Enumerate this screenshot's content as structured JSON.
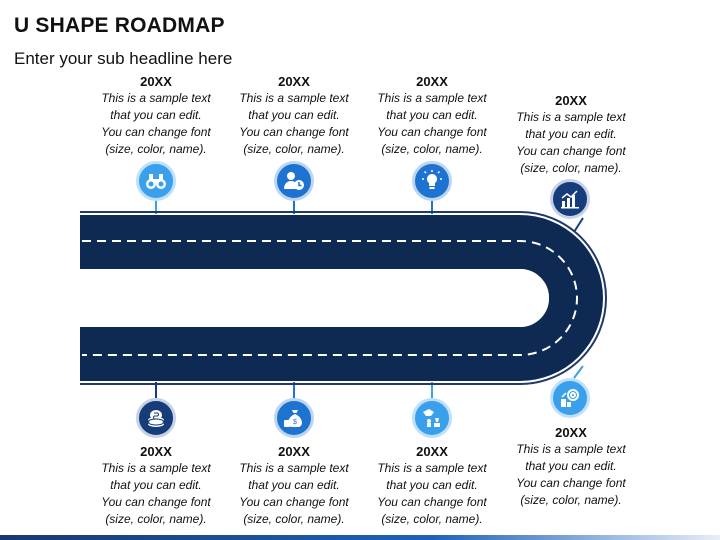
{
  "header": {
    "title": "U SHAPE ROADMAP",
    "subtitle": "Enter your sub headline here"
  },
  "colors": {
    "road": "#0f2a52",
    "road_border": "#1e3a6e",
    "light_blue": "#3aa0ec",
    "mid_blue": "#1f73d0",
    "dark_blue": "#163d7a"
  },
  "milestones": [
    {
      "year": "20XX",
      "line1": "This is a sample text",
      "line2": "that you can edit.",
      "line3": "You can change font",
      "line4": "(size, color, name).",
      "icon": "binoculars-icon"
    },
    {
      "year": "20XX",
      "line1": "This is a sample text",
      "line2": "that you can edit.",
      "line3": "You can change font",
      "line4": "(size, color, name).",
      "icon": "user-clock-icon"
    },
    {
      "year": "20XX",
      "line1": "This is a sample text",
      "line2": "that you can edit.",
      "line3": "You can change font",
      "line4": "(size, color, name).",
      "icon": "lightbulb-icon"
    },
    {
      "year": "20XX",
      "line1": "This is a sample text",
      "line2": "that you can edit.",
      "line3": "You can change font",
      "line4": "(size, color, name).",
      "icon": "growth-chart-icon"
    },
    {
      "year": "20XX",
      "line1": "This is a sample text",
      "line2": "that you can edit.",
      "line3": "You can change font",
      "line4": "(size, color, name).",
      "icon": "coins-icon"
    },
    {
      "year": "20XX",
      "line1": "This is a sample text",
      "line2": "that you can edit.",
      "line3": "You can change font",
      "line4": "(size, color, name).",
      "icon": "money-bag-icon"
    },
    {
      "year": "20XX",
      "line1": "This is a sample text",
      "line2": "that you can edit.",
      "line3": "You can change font",
      "line4": "(size, color, name).",
      "icon": "chess-strategy-icon"
    },
    {
      "year": "20XX",
      "line1": "This is a sample text",
      "line2": "that you can edit.",
      "line3": "You can change font",
      "line4": "(size, color, name).",
      "icon": "target-gear-icon"
    }
  ]
}
